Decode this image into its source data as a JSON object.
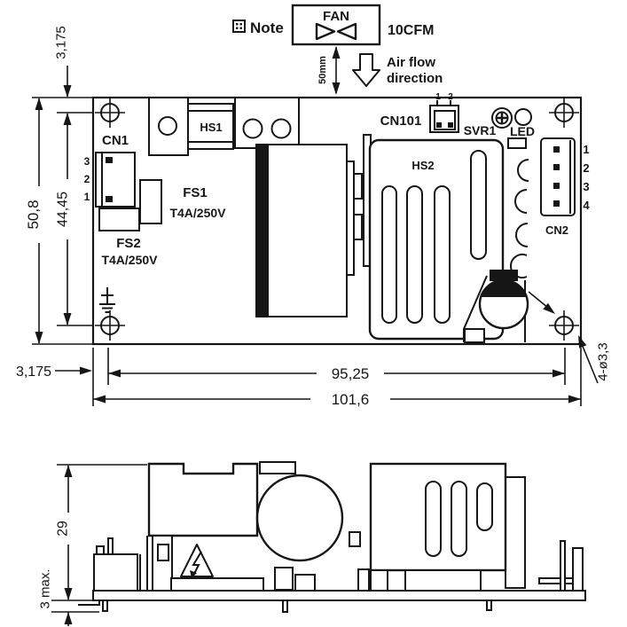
{
  "drawing": {
    "note_label": "Note",
    "fan_label": "FAN",
    "airflow_rating": "10CFM",
    "fan_distance": "50mm",
    "airflow_line1": "Air flow",
    "airflow_line2": "direction"
  },
  "top_view": {
    "labels": {
      "cn1": "CN1",
      "fs1": "FS1",
      "fs1_rating": "T4A/250V",
      "fs2": "FS2",
      "fs2_rating": "T4A/250V",
      "hs1": "HS1",
      "hs2": "HS2",
      "cn101": "CN101",
      "svr1": "SVR1",
      "led": "LED",
      "cn2": "CN2"
    },
    "cn1_pins": [
      "3",
      "2",
      "1"
    ],
    "cn101_pins": [
      "1",
      "2"
    ],
    "cn2_pins": [
      "1",
      "2",
      "3",
      "4"
    ],
    "hole_callout": "4-ø3,3"
  },
  "dimensions": {
    "board_top_to_hole": "3,175",
    "board_height": "50,8",
    "hole_span_v": "44,45",
    "edge_to_hole": "3,175",
    "hole_span_h": "95,25",
    "board_width": "101,6",
    "component_height": "29",
    "pin_protrusion": "3 max."
  }
}
